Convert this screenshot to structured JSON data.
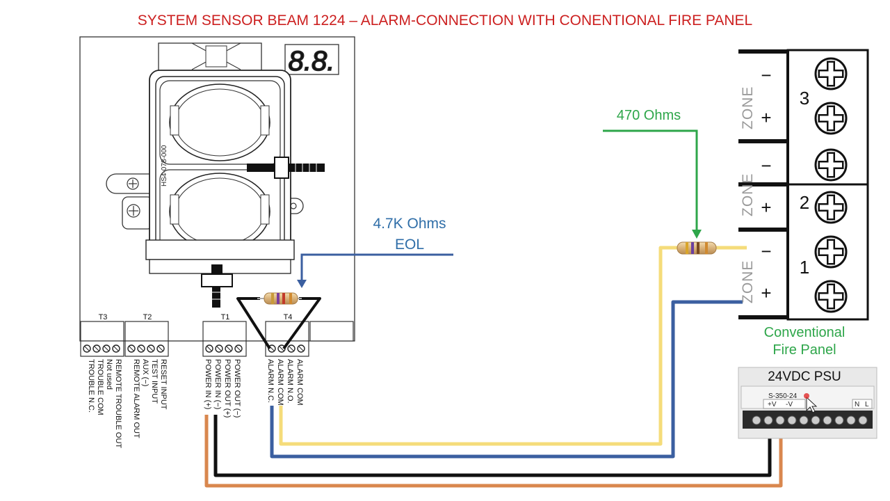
{
  "title": "SYSTEM SENSOR BEAM 1224 – ALARM-CONNECTION WITH CONENTIONAL FIRE PANEL",
  "detector": {
    "part_number": "HS4-078-000",
    "display_digits": "8.8.",
    "terminal_blocks": [
      "T3",
      "T2",
      "T1",
      "T4"
    ],
    "terminal_labels": {
      "t3": [
        "TROUBLE N.C.",
        "TROUBLE COM",
        "Not used",
        "REMOTE TROUBLE OUT"
      ],
      "t2": [
        "REMOTE ALARM OUT",
        "AUX (−)",
        "TEST INPUT",
        "RESET INPUT"
      ],
      "t1": [
        "POWER IN (+)",
        "POWER IN (−)",
        "POWER OUT (+)",
        "POWER OUT (−)"
      ],
      "t4": [
        "ALARM N.C.",
        "ALARM COM",
        "ALARM N.O.",
        "ALARM COM"
      ]
    }
  },
  "eol_resistor": {
    "label_line1": "4.7K Ohms",
    "label_line2": "EOL"
  },
  "series_resistor": {
    "label": "470 Ohms"
  },
  "fire_panel": {
    "label_line1": "Conventional",
    "label_line2": "Fire Panel",
    "zone_word": "ZONE",
    "zone_numbers": [
      "3",
      "2",
      "1"
    ],
    "minus": "−",
    "plus": "+"
  },
  "psu": {
    "label": "24VDC PSU",
    "model": "S-350-24",
    "plus_v": "+V",
    "minus_v": "-V",
    "n": "N",
    "l": "L"
  },
  "colors": {
    "title": "#cc1f1f",
    "eol_label": "#2f6ea8",
    "series_label": "#2ea64a",
    "wire_yellow": "#f5dc7a",
    "wire_blue": "#3b5fa0",
    "wire_orange": "#d9874e",
    "wire_black": "#111111",
    "arrow_green": "#2ea64a"
  }
}
